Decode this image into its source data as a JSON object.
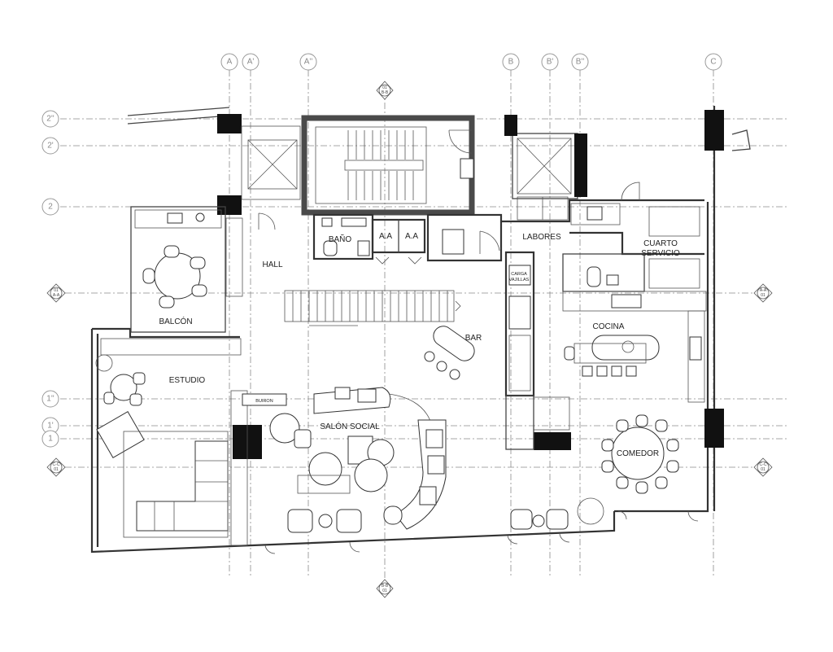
{
  "grid_columns": [
    "A",
    "A'",
    "A''",
    "B",
    "B'",
    "B''",
    "C"
  ],
  "grid_rows": [
    "2''",
    "2'",
    "2",
    "1''",
    "1'",
    "1"
  ],
  "rooms": {
    "hall": "HALL",
    "bano": "BAÑO",
    "aa1": "A.A",
    "aa2": "A.A",
    "labores": "LABORES",
    "cuarto_servicio_1": "CUARTO",
    "cuarto_servicio_2": "SERVICIO",
    "balcon": "BALCÓN",
    "bar": "BAR",
    "cocina": "COCINA",
    "estudio": "ESTUDIO",
    "salon_social": "SALÓN SOCIAL",
    "comedor": "COMEDOR"
  },
  "equipment": {
    "buiron": "BUIRON",
    "carga_vajillas_1": "CARGA",
    "carga_vajillas_2": "VAJILLAS"
  },
  "section_marks": {
    "top_1": "01",
    "top_2": "B-B",
    "bottom_1": "B-B",
    "bottom_2": "01",
    "left_a_1": "01",
    "left_a_2": "A-A",
    "right_a_1": "A-A",
    "right_a_2": "01",
    "left_c_1": "C-C",
    "left_c_2": "01",
    "right_c_1": "C-C",
    "right_c_2": "01"
  }
}
